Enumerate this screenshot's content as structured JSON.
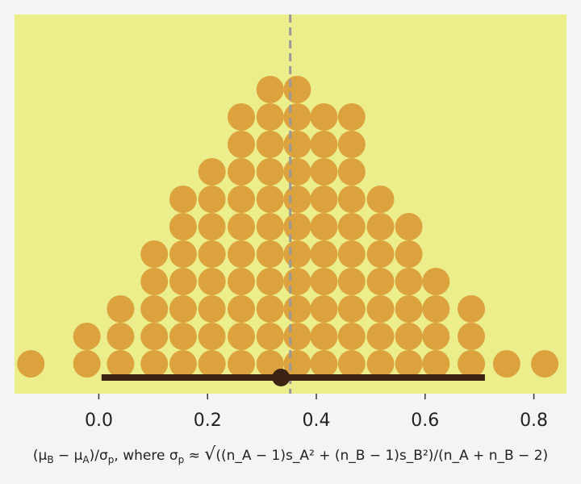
{
  "chart_data": {
    "type": "scatter",
    "subtype": "dot-plot (quantile dotplot) with interval",
    "xlabel_parts": {
      "lhs": "(μ",
      "lhs_sub_b": "B",
      "minus": " − μ",
      "lhs_sub_a": "A",
      "close": ")/σ",
      "sub_p": "p",
      "mid": ", where σ",
      "approx": " ≈ ",
      "formula": "((n_A − 1)s_A² + (n_B − 1)s_B²)/(n_A + n_B − 2)"
    },
    "xlim": [
      -0.155,
      0.86
    ],
    "x_ticks": [
      "0.0",
      "0.2",
      "0.4",
      "0.6",
      "0.8"
    ],
    "x_tick_values": [
      0.0,
      0.2,
      0.4,
      0.6,
      0.8
    ],
    "grid": false,
    "dot_columns": [
      {
        "x": -0.125,
        "count": 1
      },
      {
        "x": -0.022,
        "count": 2
      },
      {
        "x": 0.04,
        "count": 3
      },
      {
        "x": 0.102,
        "count": 5
      },
      {
        "x": 0.155,
        "count": 7
      },
      {
        "x": 0.208,
        "count": 8
      },
      {
        "x": 0.262,
        "count": 10
      },
      {
        "x": 0.315,
        "count": 11
      },
      {
        "x": 0.365,
        "count": 11
      },
      {
        "x": 0.414,
        "count": 10
      },
      {
        "x": 0.465,
        "count": 10
      },
      {
        "x": 0.518,
        "count": 7
      },
      {
        "x": 0.57,
        "count": 6
      },
      {
        "x": 0.62,
        "count": 4
      },
      {
        "x": 0.685,
        "count": 3
      },
      {
        "x": 0.75,
        "count": 1
      },
      {
        "x": 0.82,
        "count": 1
      }
    ],
    "point_estimate": 0.335,
    "interval": [
      0.005,
      0.71
    ],
    "reference_line": 0.352,
    "colors": {
      "panel_bg": "#ecee8c",
      "page_bg": "#f4f4f4",
      "dot_fill": "#dba23e",
      "interval": "#3d2314",
      "reference_line": "#999999",
      "axis": "#333333"
    }
  }
}
